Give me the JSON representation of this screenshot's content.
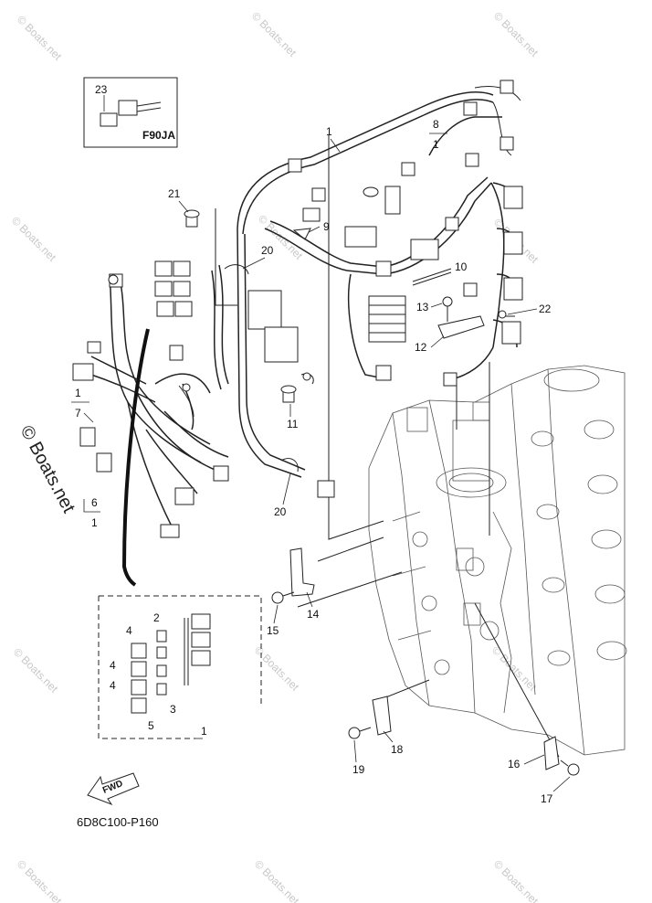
{
  "callouts": {
    "c1_top": "1",
    "c8": "8",
    "c1_under8": "1",
    "c21": "21",
    "c9": "9",
    "c20_top": "20",
    "c10": "10",
    "c13": "13",
    "c22": "22",
    "c12": "12",
    "c1_left": "1",
    "c7": "7",
    "c11": "11",
    "c6": "6",
    "c1_under6": "1",
    "c20_bottom": "20",
    "c14": "14",
    "c15": "15",
    "c2": "2",
    "c4a": "4",
    "c4b": "4",
    "c4c": "4",
    "c3": "3",
    "c5": "5",
    "c1_inset": "1",
    "c18": "18",
    "c19": "19",
    "c16": "16",
    "c17": "17",
    "c23": "23"
  },
  "inset_box": {
    "model_label": "F90JA"
  },
  "fwd_label": "FWD",
  "diagram_code": "6D8C100-P160",
  "watermarks": {
    "small": "© Boats.net",
    "large": "© Boats.net"
  },
  "colors": {
    "line": "#222222",
    "watermark": "#c8c8c8"
  }
}
